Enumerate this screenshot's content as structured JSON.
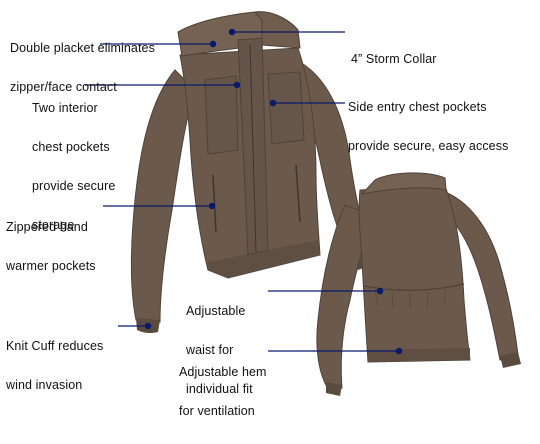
{
  "callouts": {
    "double_placket": [
      "Double placket eliminates",
      "zipper/face contact"
    ],
    "storm_collar": [
      "4” Storm Collar"
    ],
    "interior_pockets": [
      "Two interior",
      "chest pockets",
      "provide secure",
      "storage"
    ],
    "side_entry": [
      "Side entry chest pockets",
      "provide secure, easy access"
    ],
    "hand_pockets": [
      "Zippered hand",
      "warmer pockets"
    ],
    "waist": [
      "Adjustable",
      "waist for",
      "individual fit"
    ],
    "knit_cuff": [
      "Knit Cuff reduces",
      "wind invasion"
    ],
    "hem": [
      "Adjustable hem",
      "for ventilation"
    ]
  },
  "colors": {
    "jacket": "#6b5a4c",
    "jacket_shadow": "#4f4237",
    "jacket_highlight": "#857261",
    "leader_line": "#0a1a6a",
    "text": "#111111"
  }
}
